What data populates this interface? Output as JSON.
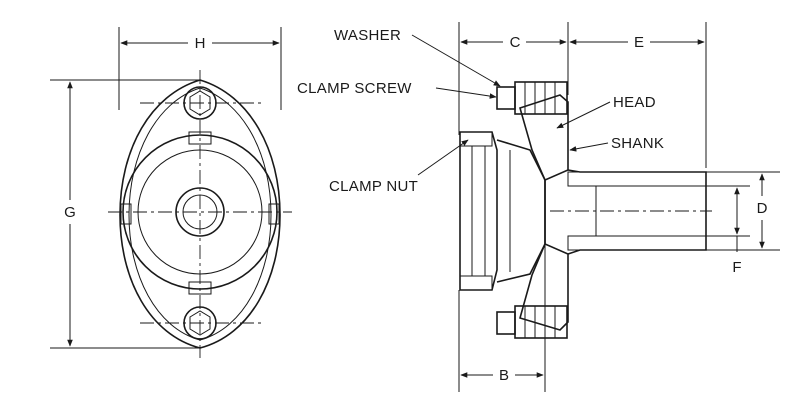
{
  "diagram": {
    "part_labels": {
      "washer": "WASHER",
      "clamp_screw": "CLAMP SCREW",
      "head": "HEAD",
      "shank": "SHANK",
      "clamp_nut": "CLAMP NUT"
    },
    "dimension_labels": {
      "h": "H",
      "g": "G",
      "c": "C",
      "e": "E",
      "d": "D",
      "f": "F",
      "b": "B"
    }
  }
}
